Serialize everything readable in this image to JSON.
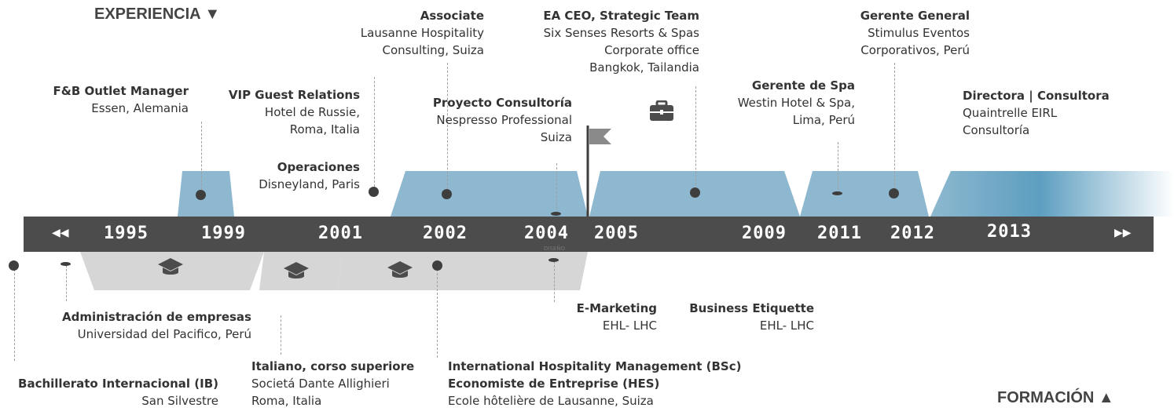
{
  "sections": {
    "experience_title": "EXPERIENCIA ▼",
    "education_title": "FORMACIÓN ▲"
  },
  "axis": {
    "years": [
      "1995",
      "1999",
      "2001",
      "2002",
      "2004",
      "2005",
      "2009",
      "2011",
      "2012",
      "2013"
    ],
    "prev_icon": "rewind-icon",
    "next_icon": "fast-forward-icon",
    "small_label": "DISEÑO"
  },
  "experience": [
    {
      "title": "F&B Outlet Manager",
      "lines": [
        "Essen, Alemania"
      ]
    },
    {
      "title": "VIP Guest Relations",
      "lines": [
        "Hotel de Russie,",
        "Roma, Italia"
      ]
    },
    {
      "title": "Operaciones",
      "lines": [
        "Disneyland, Paris"
      ]
    },
    {
      "title": "Associate",
      "lines": [
        "Lausanne Hospitality",
        "Consulting, Suiza"
      ]
    },
    {
      "title": "Proyecto Consultoría",
      "lines": [
        "Nespresso Professional",
        "Suiza"
      ]
    },
    {
      "title": "EA CEO, Strategic Team",
      "lines": [
        "Six Senses Resorts & Spas",
        "Corporate office",
        "Bangkok, Tailandia"
      ]
    },
    {
      "title": "Gerente de Spa",
      "lines": [
        "Westin Hotel & Spa,",
        "Lima, Perú"
      ]
    },
    {
      "title": "Gerente General",
      "lines": [
        "Stimulus Eventos",
        "Corporativos, Perú"
      ]
    },
    {
      "title": "Directora | Consultora",
      "lines": [
        "Quaintrelle EIRL",
        "Consultoría"
      ]
    }
  ],
  "education": [
    {
      "title": "Administración de empresas",
      "lines": [
        "Universidad del Pacifico, Perú"
      ]
    },
    {
      "title": "Bachillerato Internacional (IB)",
      "lines": [
        "San Silvestre"
      ]
    },
    {
      "title": "Italiano, corso superiore",
      "lines": [
        "Societá Dante Allighieri",
        "Roma, Italia"
      ]
    },
    {
      "title": "International Hospitality Management (BSc)",
      "lines": []
    },
    {
      "title": "Economiste de Entreprise (HES)",
      "lines": [
        "Ecole hôtelière de Lausanne, Suiza"
      ]
    },
    {
      "title": "E-Marketing",
      "lines": [
        "EHL- LHC"
      ]
    },
    {
      "title": "Business Etiquette",
      "lines": [
        "EHL- LHC"
      ]
    }
  ],
  "colors": {
    "experience_band": "#8db8cf",
    "education_band": "#d6d6d6",
    "axis_bar": "#4c4c4c",
    "dot": "#3e3e3e"
  },
  "icons": {
    "education": "graduation-cap-icon",
    "work": "briefcase-icon",
    "milestone": "flag-icon"
  }
}
